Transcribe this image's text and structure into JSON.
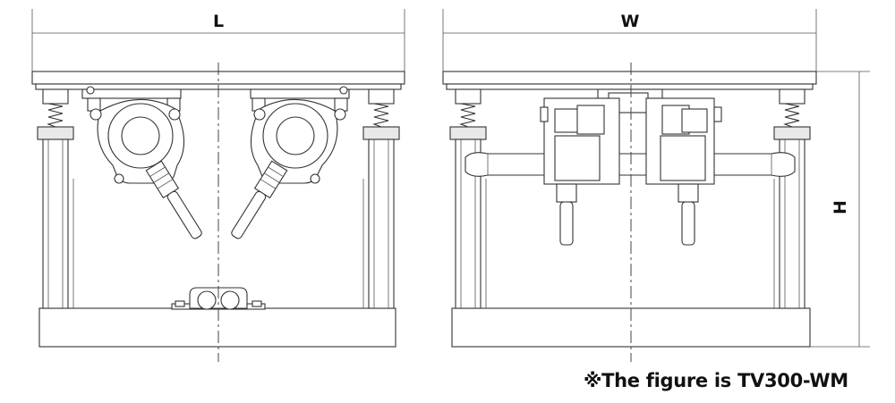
{
  "dimensions": {
    "length_label": "L",
    "width_label": "W",
    "height_label": "H"
  },
  "note": "※The figure is TV300-WM"
}
